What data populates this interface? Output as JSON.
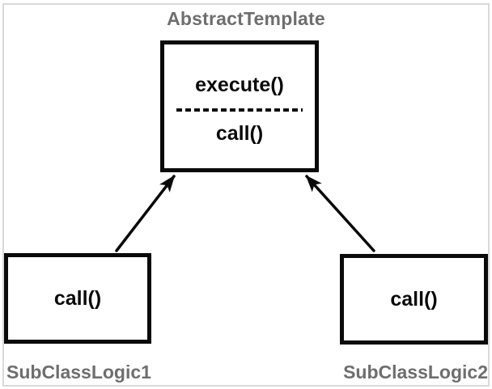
{
  "diagram": {
    "title": "AbstractTemplate",
    "abstract_class": {
      "name": "AbstractTemplate",
      "methods": [
        "execute()",
        "call()"
      ]
    },
    "subclasses": [
      {
        "name": "SubClassLogic1",
        "method": "call()"
      },
      {
        "name": "SubClassLogic2",
        "method": "call()"
      }
    ],
    "relationships": [
      {
        "from": "SubClassLogic1",
        "to": "AbstractTemplate",
        "type": "inheritance-arrow"
      },
      {
        "from": "SubClassLogic2",
        "to": "AbstractTemplate",
        "type": "inheritance-arrow"
      }
    ]
  },
  "colors": {
    "ink": "#0a0a0a",
    "label_gray": "#6e6e6e",
    "frame_gray": "#d9d9d9",
    "bg": "#ffffff"
  }
}
